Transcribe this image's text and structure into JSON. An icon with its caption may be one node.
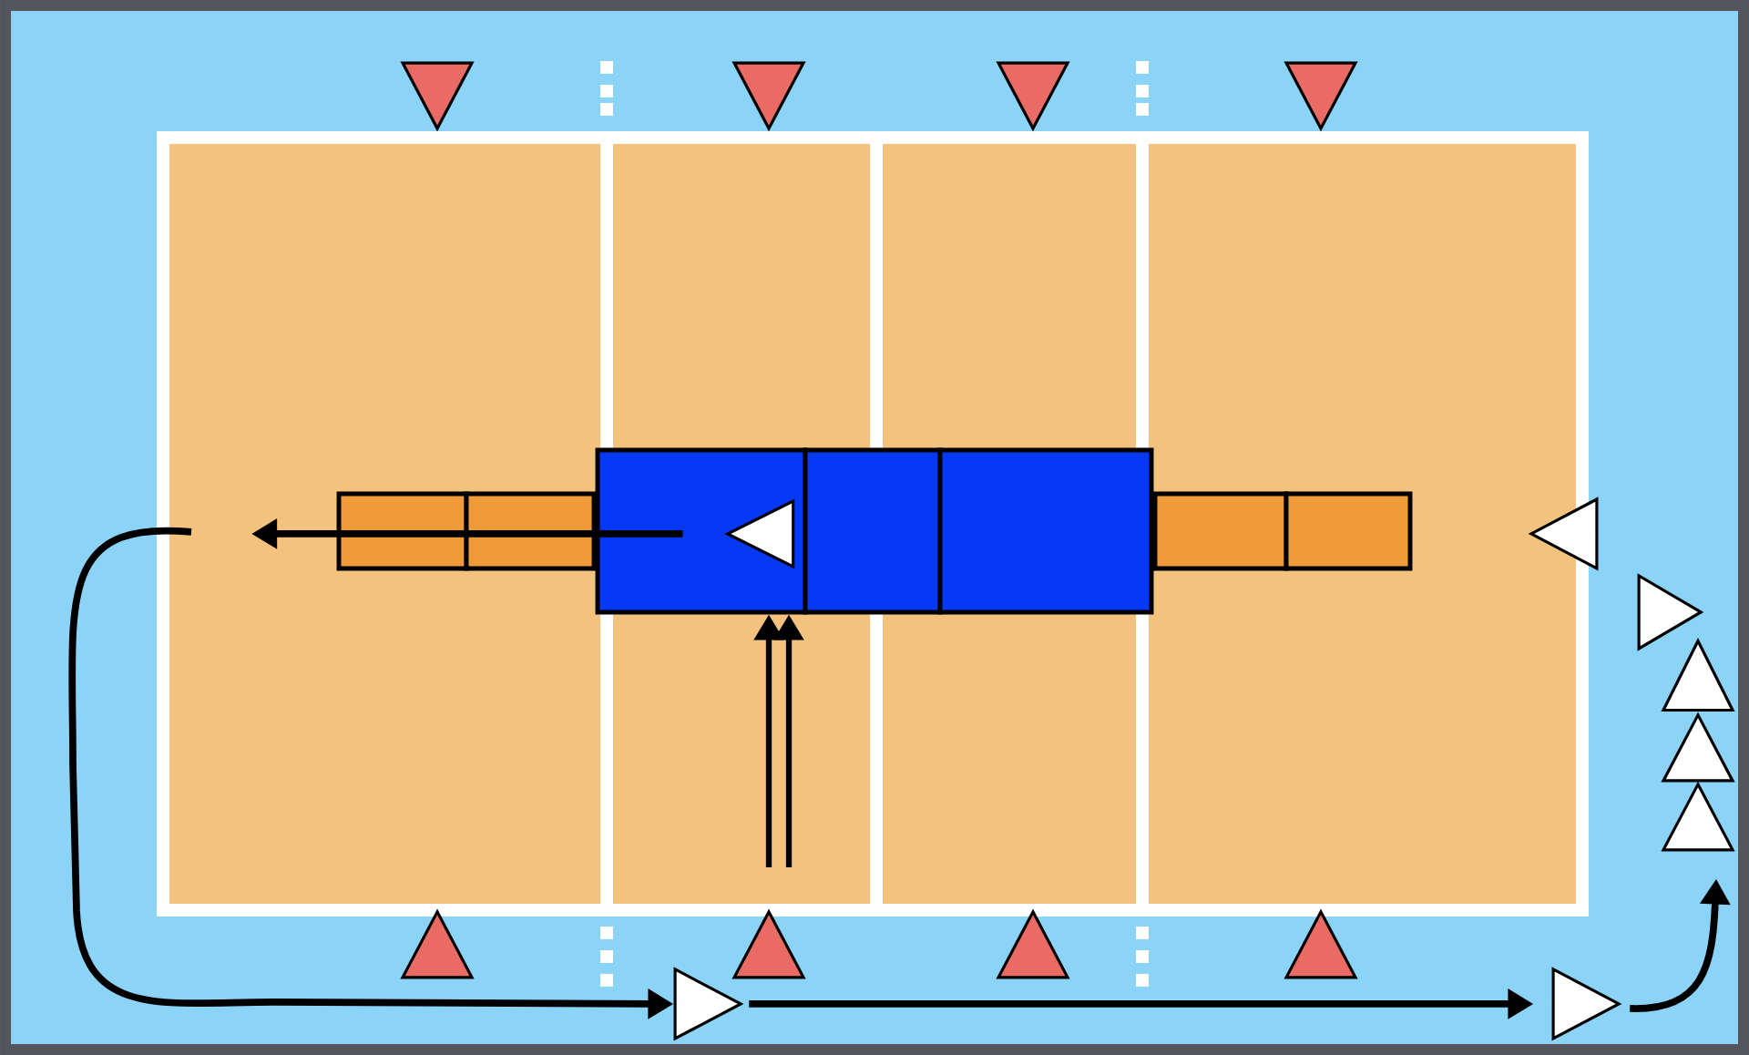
{
  "diagram": {
    "nodes": [
      {
        "text": [],
        "shape": "triangle"
      },
      {
        "text": [],
        "shape": "triangle"
      },
      {
        "text": [],
        "shape": "triangle"
      },
      {
        "text": [],
        "shape": "triangle"
      },
      {
        "text": [],
        "shape": "box"
      },
      {
        "text": [],
        "shape": "box"
      },
      {
        "text": [],
        "shape": "box"
      },
      {
        "text": [],
        "shape": "box"
      },
      {
        "text": [],
        "shape": "box"
      },
      {
        "text": [],
        "shape": "triangle",
        "in": 4
      },
      {
        "text": [],
        "shape": "box"
      },
      {
        "text": [],
        "shape": "box"
      },
      {
        "text": [],
        "shape": "triangle"
      },
      {
        "text": [],
        "shape": "triangle"
      },
      {
        "text": [],
        "shape": "triangle"
      },
      {
        "text": [],
        "shape": "triangle"
      },
      {
        "text": [],
        "shape": "triangle"
      },
      {
        "text": [],
        "shape": "triangle"
      },
      {
        "text": [],
        "shape": "triangle"
      },
      {
        "text": [],
        "shape": "triangle"
      },
      {
        "text": [],
        "shape": "triangle"
      },
      {
        "text": [],
        "shape": "triangle"
      },
      {
        "text": [],
        "shape": "triangle"
      }
    ],
    "edges": [
      {
        "from": 9,
        "to": null,
        "arrow": "to"
      },
      {
        "from": null,
        "to": 21,
        "arrow": "to"
      },
      {
        "from": 21,
        "to": 22,
        "arrow": "to"
      },
      {
        "from": 22,
        "to": 16,
        "arrow": "to"
      },
      {
        "from": null,
        "to": 4,
        "arrow": "to"
      },
      {
        "from": null,
        "to": 4,
        "arrow": "to"
      }
    ]
  }
}
